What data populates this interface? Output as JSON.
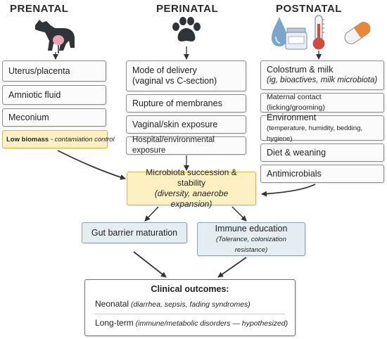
{
  "headers": {
    "prenatal": "PRENATAL",
    "perinatal": "PERINATAL",
    "postnatal": "POSTNATAL"
  },
  "icons": {
    "prenatal": "pregnant-dog-icon",
    "perinatal": "paw-print-icon",
    "postnatal": [
      "milk-drop-icon",
      "milk-jar-icon",
      "thermometer-icon",
      "capsule-icon"
    ]
  },
  "prenatal_items": [
    "Uterus/placenta",
    "Amniotic fluid",
    "Meconium"
  ],
  "low_biomass": {
    "bold": "Low biomass",
    "rest": " - contamiation control"
  },
  "perinatal_items": {
    "delivery_line1": "Mode of delivery",
    "delivery_line2": "(vaginal vs C-section)",
    "rupture": "Rupture of membranes",
    "vaginal": "Vaginal/skin exposure",
    "hospital": "Hospital/environmental exposure"
  },
  "postnatal_items": {
    "colostrum_line1": "Colostrum & milk",
    "colostrum_line2": "(ig, bioactives, milk microbiota)",
    "maternal": "Maternal contact (licking/grooming)",
    "environment_title": "Environment",
    "environment_detail": "(temperature, humidity, bedding, hygiene)",
    "diet": "Diet & weaning",
    "antimicrobials": "Antimicrobials"
  },
  "succession": {
    "line1": "Microbiota succession & stability",
    "line2": "(diversity, anaerobe expansion)"
  },
  "gut": "Gut barrier maturation",
  "immune": {
    "title": "Immune education",
    "detail": "(Tolerance, colonization resistance)"
  },
  "outcomes": {
    "title": "Clinical outcomes:",
    "neonatal_label": "Neonatal",
    "neonatal_detail": " (diarrhea, sepsis, fading syndromes)",
    "longterm_label": "Long-term",
    "longterm_detail": " (immune/metabolic disorders — hypothesized)"
  },
  "colors": {
    "yellow_fill": "#fdf1c4",
    "blue_fill": "#e3edf2",
    "capsule_orange": "#e8883a",
    "drop_blue": "#7aa6c9",
    "thermometer_red": "#d9463a"
  }
}
